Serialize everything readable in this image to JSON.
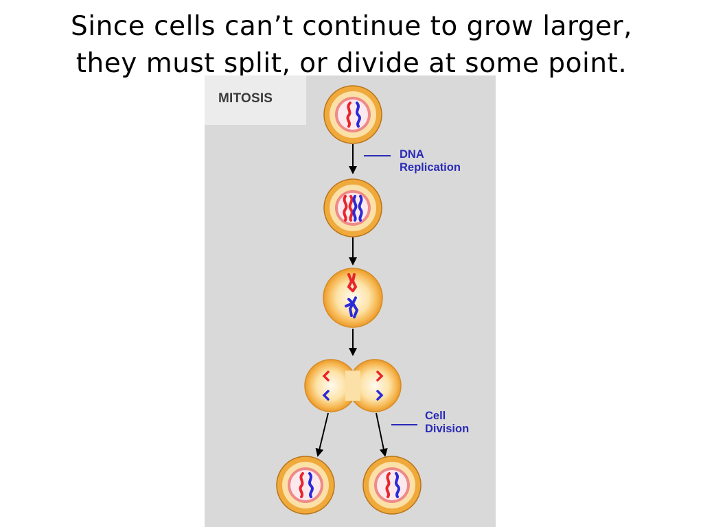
{
  "slide": {
    "title_line1": "Since cells can’t continue to grow larger,",
    "title_line2": "they must split, or divide at some point."
  },
  "figure": {
    "label": "MITOSIS",
    "steps": {
      "dna_replication": {
        "line1": "DNA",
        "line2": "Replication"
      },
      "cell_division": {
        "line1": "Cell",
        "line2": "Division"
      }
    }
  },
  "colors": {
    "background": "#d9d9d9",
    "cell_outer": "#f0a93b",
    "cell_inner": "#fbe0a8",
    "nucleus_ring": "#ef7d7d",
    "chromosome_red": "#e8252b",
    "chromosome_blue": "#2a2ad8",
    "label_blue": "#2a2ab8"
  }
}
